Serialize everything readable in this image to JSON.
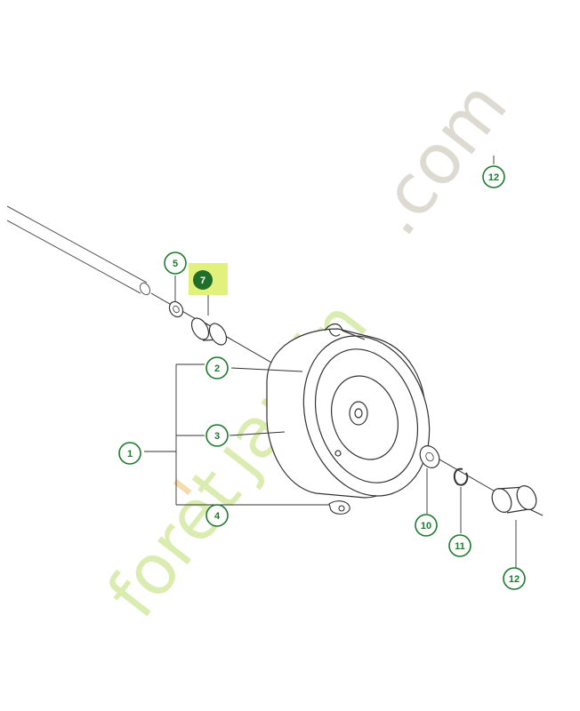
{
  "diagram": {
    "callouts": [
      {
        "id": "c1",
        "label": "1"
      },
      {
        "id": "c2",
        "label": "2"
      },
      {
        "id": "c3",
        "label": "3"
      },
      {
        "id": "c4",
        "label": "4"
      },
      {
        "id": "c5",
        "label": "5"
      },
      {
        "id": "c7",
        "label": "7",
        "highlighted": true
      },
      {
        "id": "c10",
        "label": "10"
      },
      {
        "id": "c11",
        "label": "11"
      },
      {
        "id": "c12a",
        "label": "12"
      },
      {
        "id": "c12b",
        "label": "12"
      }
    ]
  },
  "watermark": {
    "text_part1": "foret",
    "text_part2": "jardin",
    "text_part3": ".com",
    "logo_colors": [
      "#d7eaa9",
      "#f6d7a8",
      "#dad6cd"
    ]
  },
  "colors": {
    "callout_ring": "#1d7a2e",
    "callout_text": "#1d7a2e",
    "highlight_fill": "#e2f07c",
    "highlight_circle": "#1f6e2a",
    "line": "#333333"
  }
}
